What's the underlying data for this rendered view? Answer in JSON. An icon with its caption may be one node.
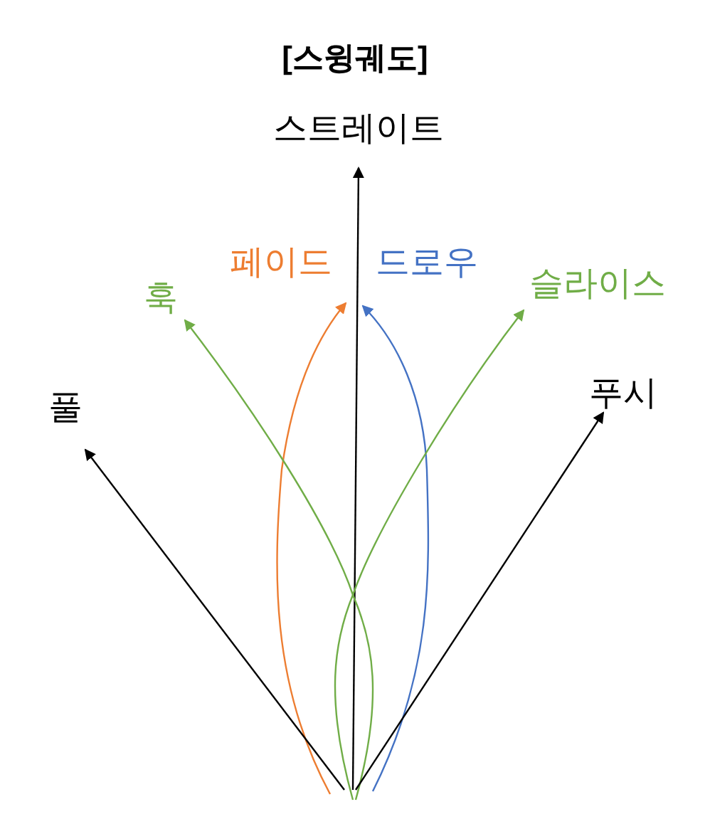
{
  "diagram": {
    "title": "[스윙궤도]",
    "nodes": [
      {
        "text": [
          "스트레이트"
        ]
      },
      {
        "text": [
          "페이드"
        ]
      },
      {
        "text": [
          "드로우"
        ]
      },
      {
        "text": [
          "훅"
        ]
      },
      {
        "text": [
          "슬라이스"
        ]
      },
      {
        "text": [
          "풀"
        ]
      },
      {
        "text": [
          "푸시"
        ]
      }
    ],
    "edges": [
      {
        "from": null,
        "to": 0,
        "arrow": "to"
      },
      {
        "from": null,
        "to": 1,
        "arrow": "to",
        "color": "#ed7d31"
      },
      {
        "from": null,
        "to": 2,
        "arrow": "to",
        "color": "#4472c4"
      },
      {
        "from": null,
        "to": 3,
        "arrow": "to",
        "color": "#70ad47"
      },
      {
        "from": null,
        "to": 4,
        "arrow": "to",
        "color": "#70ad47"
      },
      {
        "from": null,
        "to": 5,
        "arrow": "to"
      },
      {
        "from": null,
        "to": 6,
        "arrow": "to"
      }
    ]
  }
}
